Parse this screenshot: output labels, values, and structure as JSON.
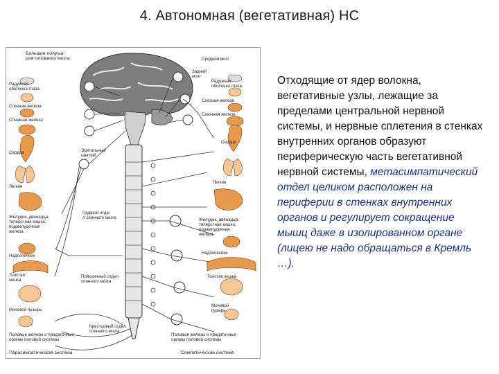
{
  "slide": {
    "title": "4. Автономная (вегетативная) НС"
  },
  "figure": {
    "labels": {
      "top_left": "Большие полуша-\nрия головного мозга",
      "midbrain": "Средний мозг",
      "hindbrain": "Задний\nмозг",
      "iris_left": "Радужная\nоболочка глаза",
      "iris_right": "Радужная\nоболочка глаза",
      "lacrimal_left": "Слезная железа",
      "lacrimal_right": "Слезная железа",
      "salivary_left": "Слюнная железа",
      "salivary_right": "Слюнная железа",
      "heart_left": "Сердце",
      "heart_right": "Сердце",
      "ganglion": "Эритальный\nганглий",
      "lungs_left": "Легкие",
      "lungs_right": "Легкие",
      "stomach_left": "Желудок, двенадца-\nтиперстная кишка,\nподжелудочная\nжелеза",
      "stomach_right": "Желудок, двенадца-\nтиперстная кишка,\nподжелудочная\nжелеза",
      "thoracic": "Грудной отде-\nл спинного мозга",
      "adrenal_left": "Надпочечник",
      "adrenal_right": "Надпочечник",
      "lumbar": "Поясничный отдел\nспинного мозга",
      "colon_left": "Толстая\nкишка",
      "colon_right": "Толстая кишка",
      "bladder_left": "Мочевой пузырь",
      "bladder_right": "Мочевой\nпузырь",
      "sacral": "Крестцовый отдел\nспинного мозга",
      "genital_left": "Половые железы и придаточные\nорганы половой системы",
      "genital_right": "Половые железы и придаточные\nорганы половой системы",
      "caption_left": "Парасимпатическая система",
      "caption_right": "Симпатическая система"
    }
  },
  "text": {
    "normal": "Отходящие от ядер волокна, вегетативные узлы, лежащие за пределами центральной нервной системы, и нервные сплетения в стенках внутренних органов образуют периферическую часть вегетативной нервной системы, ",
    "italic": "метасимпатический отдел целиком расположен на периферии в стенках внутренних органов и регулирует сокращение мышц даже в изолированном органе (лицею не надо обращаться в Кремль …)."
  },
  "colors": {
    "text": "#111111",
    "italic_text": "#1c2f7a",
    "organ_orange": "#e79a4c",
    "organ_pale": "#f3c896",
    "brain_gray": "#8a8a8a"
  }
}
